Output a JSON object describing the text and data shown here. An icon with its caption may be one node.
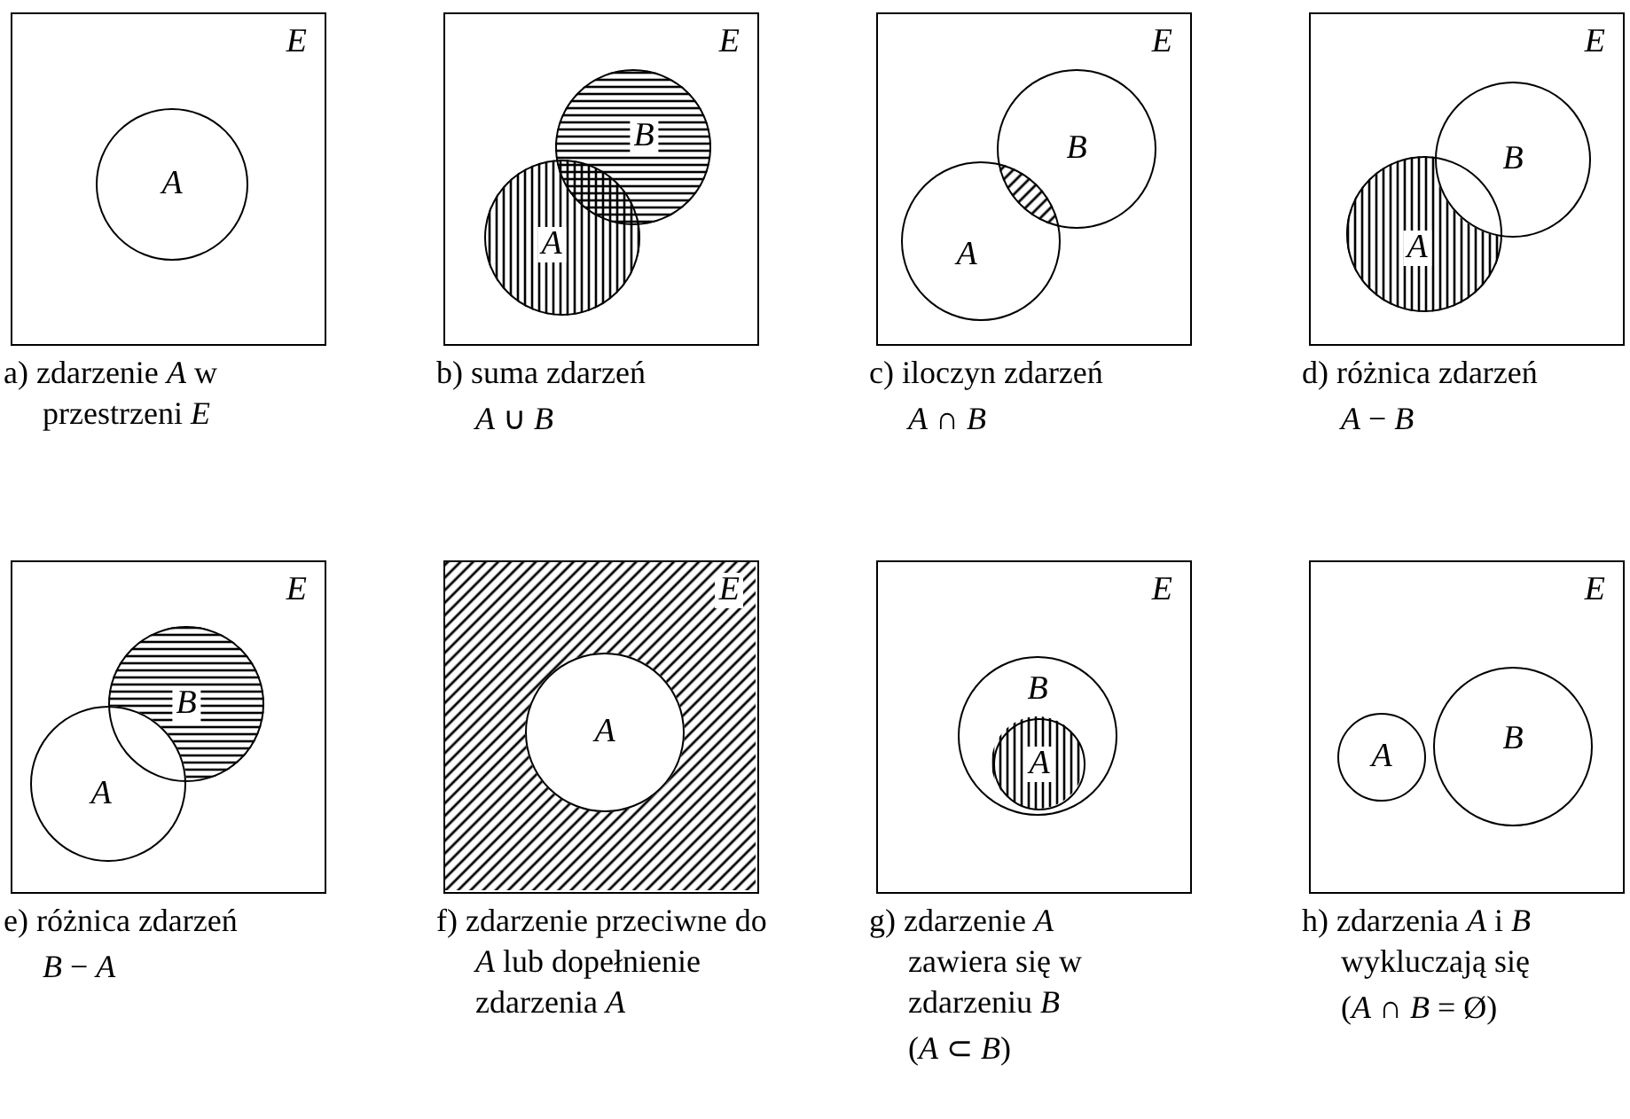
{
  "diagram": {
    "nodes": [
      {
        "text": [
          "E"
        ],
        "beside": [
          "a) zdarzenie *A* w przestrzeni *E*"
        ]
      },
      {
        "text": [
          "A"
        ],
        "in": 0
      },
      {
        "text": [
          "E"
        ],
        "beside": [
          "b) suma zdarzeń",
          "*A* ∪ *B*"
        ]
      },
      {
        "text": [
          "B"
        ],
        "in": 2
      },
      {
        "text": [
          "A"
        ],
        "in": 2
      },
      {
        "text": [
          "E"
        ],
        "beside": [
          "c) iloczyn zdarzeń",
          "*A* ∩ *B*"
        ]
      },
      {
        "text": [
          "B"
        ],
        "in": 5
      },
      {
        "text": [
          "A"
        ],
        "in": 5
      },
      {
        "text": [
          "E"
        ],
        "beside": [
          "d) różnica zdarzeń",
          "*A* − *B*"
        ]
      },
      {
        "text": [
          "B"
        ],
        "in": 8
      },
      {
        "text": [
          "A"
        ],
        "in": 8
      },
      {
        "text": [
          "E"
        ],
        "beside": [
          "e) różnica zdarzeń",
          "*B* − *A*"
        ]
      },
      {
        "text": [
          "B"
        ],
        "in": 11
      },
      {
        "text": [
          "A"
        ],
        "in": 11
      },
      {
        "text": [
          "E"
        ],
        "beside": [
          "f) zdarzenie przeciwne do *A* lub dopełnienie zdarzenia *A*"
        ]
      },
      {
        "text": [
          "A"
        ],
        "in": 14
      },
      {
        "text": [
          "E"
        ],
        "beside": [
          "g) zdarzenie *A* zawiera się w zdarzeniu *B*",
          "(*A* ⊂ *B*)"
        ]
      },
      {
        "text": [
          "B"
        ],
        "in": 16
      },
      {
        "text": [
          "A"
        ],
        "in": 17
      },
      {
        "text": [
          "E"
        ],
        "beside": [
          "h) zdarzenia *A* i *B* wykluczają się",
          "(*A* ∩ *B* = Ø)"
        ]
      },
      {
        "text": [
          "A"
        ],
        "in": 19
      },
      {
        "text": [
          "B"
        ],
        "in": 19
      }
    ],
    "edges": []
  }
}
